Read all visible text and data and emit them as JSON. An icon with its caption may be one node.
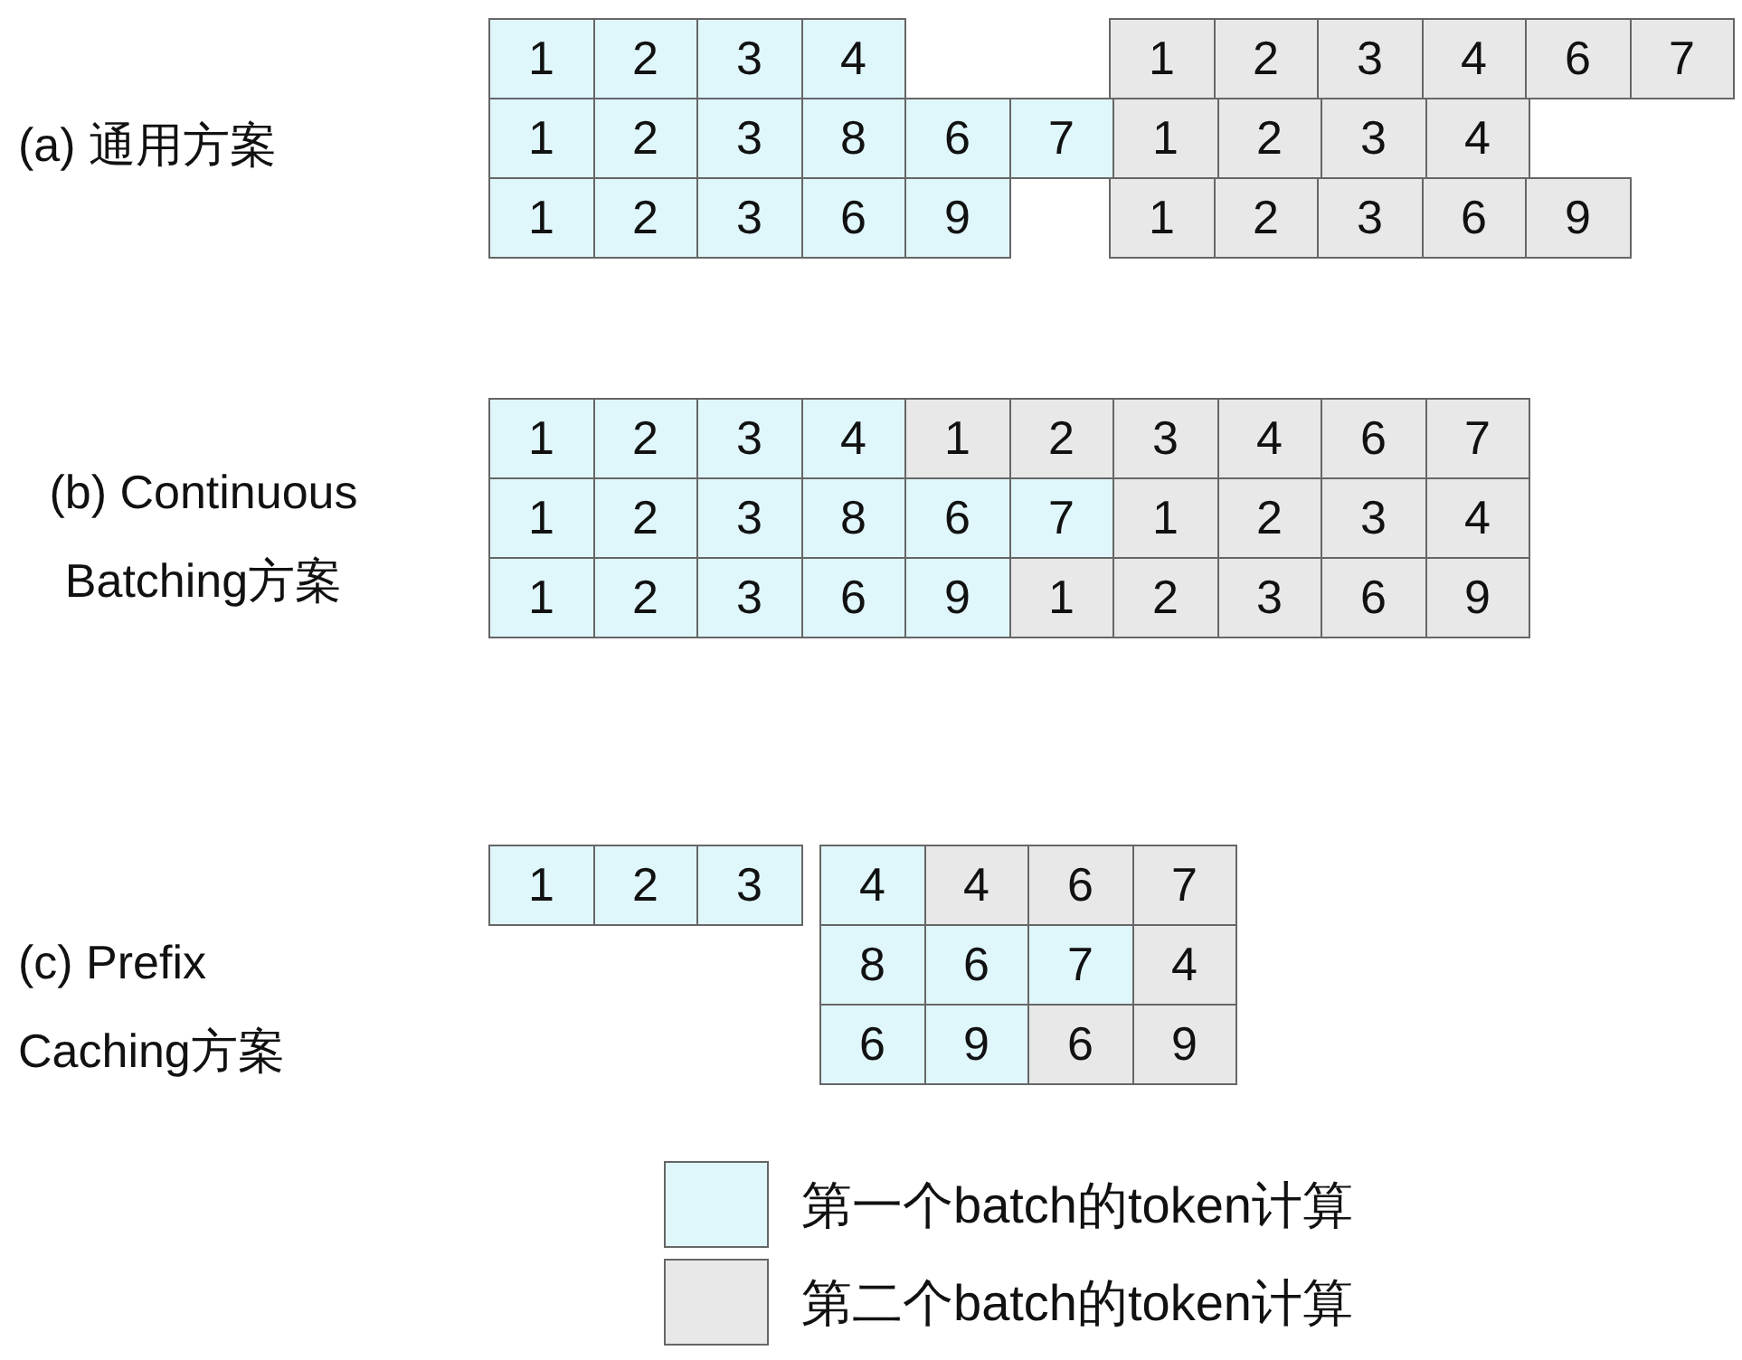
{
  "diagram": {
    "nodes": [
      {
        "text": [
          "1"
        ]
      },
      {
        "text": [
          "2"
        ]
      },
      {
        "text": [
          "3"
        ]
      },
      {
        "text": [
          "4"
        ]
      },
      {
        "text": [
          "1"
        ]
      },
      {
        "text": [
          "2"
        ]
      },
      {
        "text": [
          "3"
        ]
      },
      {
        "text": [
          "4"
        ]
      },
      {
        "text": [
          "6"
        ]
      },
      {
        "text": [
          "7"
        ]
      },
      {
        "text": [
          "1"
        ]
      },
      {
        "text": [
          "2"
        ]
      },
      {
        "text": [
          "3"
        ]
      },
      {
        "text": [
          "8"
        ]
      },
      {
        "text": [
          "6"
        ]
      },
      {
        "text": [
          "7"
        ]
      },
      {
        "text": [
          "1"
        ]
      },
      {
        "text": [
          "2"
        ]
      },
      {
        "text": [
          "3"
        ]
      },
      {
        "text": [
          "4"
        ]
      },
      {
        "text": [
          "1"
        ]
      },
      {
        "text": [
          "2"
        ]
      },
      {
        "text": [
          "3"
        ]
      },
      {
        "text": [
          "6"
        ]
      },
      {
        "text": [
          "9"
        ]
      },
      {
        "text": [
          "1"
        ]
      },
      {
        "text": [
          "2"
        ]
      },
      {
        "text": [
          "3"
        ]
      },
      {
        "text": [
          "6"
        ]
      },
      {
        "text": [
          "9"
        ]
      },
      {
        "text": [
          "1"
        ]
      },
      {
        "text": [
          "2"
        ]
      },
      {
        "text": [
          "3"
        ]
      },
      {
        "text": [
          "4"
        ]
      },
      {
        "text": [
          "1"
        ]
      },
      {
        "text": [
          "2"
        ]
      },
      {
        "text": [
          "3"
        ]
      },
      {
        "text": [
          "4"
        ]
      },
      {
        "text": [
          "6"
        ]
      },
      {
        "text": [
          "7"
        ]
      },
      {
        "text": [
          "1"
        ]
      },
      {
        "text": [
          "2"
        ]
      },
      {
        "text": [
          "3"
        ]
      },
      {
        "text": [
          "8"
        ]
      },
      {
        "text": [
          "6"
        ]
      },
      {
        "text": [
          "7"
        ]
      },
      {
        "text": [
          "1"
        ]
      },
      {
        "text": [
          "2"
        ]
      },
      {
        "text": [
          "3"
        ]
      },
      {
        "text": [
          "4"
        ]
      },
      {
        "text": [
          "1"
        ]
      },
      {
        "text": [
          "2"
        ]
      },
      {
        "text": [
          "3"
        ]
      },
      {
        "text": [
          "6"
        ]
      },
      {
        "text": [
          "9"
        ]
      },
      {
        "text": [
          "1"
        ]
      },
      {
        "text": [
          "2"
        ]
      },
      {
        "text": [
          "3"
        ]
      },
      {
        "text": [
          "6"
        ]
      },
      {
        "text": [
          "9"
        ]
      },
      {
        "text": [
          "1"
        ]
      },
      {
        "text": [
          "2"
        ]
      },
      {
        "text": [
          "3"
        ]
      },
      {
        "text": [
          "4"
        ]
      },
      {
        "text": [
          "4"
        ]
      },
      {
        "text": [
          "6"
        ]
      },
      {
        "text": [
          "7"
        ]
      },
      {
        "text": [
          "8"
        ]
      },
      {
        "text": [
          "6"
        ]
      },
      {
        "text": [
          "7"
        ]
      },
      {
        "text": [
          "4"
        ]
      },
      {
        "text": [
          "6"
        ]
      },
      {
        "text": [
          "9"
        ]
      },
      {
        "text": [
          "6"
        ]
      },
      {
        "text": [
          "9"
        ]
      }
    ],
    "labels": [
      "(a) 通用方案",
      "(b) Continuous Batching方案",
      "(c) Prefix Caching方案"
    ],
    "legend": [
      {
        "text": "第一个batch的token计算",
        "color": "#dff6fb"
      },
      {
        "text": "第二个batch的token计算",
        "color": "#e8e8e8"
      }
    ]
  }
}
